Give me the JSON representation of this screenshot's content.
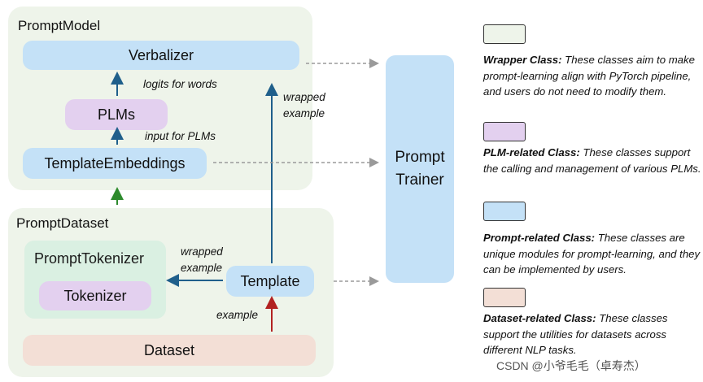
{
  "diagram": {
    "prompt_model": {
      "title": "PromptModel",
      "verbalizer": "Verbalizer",
      "plms": "PLMs",
      "template_embeddings": "TemplateEmbeddings",
      "label_logits": "logits for words",
      "label_input": "input for PLMs"
    },
    "prompt_dataset": {
      "title": "PromptDataset",
      "prompt_tokenizer": "PromptTokenizer",
      "tokenizer": "Tokenizer",
      "template": "Template",
      "dataset": "Dataset",
      "label_wrapped_left_1": "wrapped",
      "label_wrapped_left_2": "example",
      "label_example": "example"
    },
    "label_wrapped_up_1": "wrapped",
    "label_wrapped_up_2": "example",
    "trainer_line1": "Prompt",
    "trainer_line2": "Trainer"
  },
  "legend": [
    {
      "title": "Wrapper Class:",
      "text": "These classes aim to make prompt-learning align with PyTorch pipeline, and users do not need to modify them.",
      "color": "#eef4ea"
    },
    {
      "title": "PLM-related Class:",
      "text": "These classes support the calling and management of various PLMs.",
      "color": "#e3d0ef"
    },
    {
      "title": "Prompt-related Class:",
      "text": "These classes are unique modules for prompt-learning, and they can be implemented by users.",
      "color": "#c4e1f7"
    },
    {
      "title": "Dataset-related Class:",
      "text": " These classes support the utilities for datasets across different NLP tasks.",
      "color": "#f3dfd6"
    }
  ],
  "watermark": "CSDN @小爷毛毛（卓寿杰）",
  "colors": {
    "arrow_blue": "#1f5f8b",
    "arrow_green": "#2e8b2e",
    "arrow_red": "#b22222",
    "dashed_gray": "#9a9a9a"
  }
}
